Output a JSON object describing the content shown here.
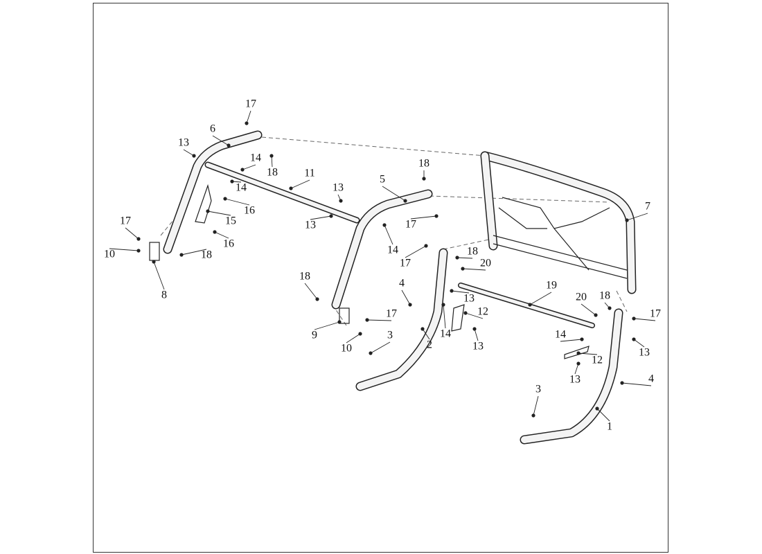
{
  "diagram": {
    "type": "exploded-parts-view",
    "labels": [
      "17",
      "6",
      "13",
      "14",
      "18",
      "11",
      "14",
      "13",
      "16",
      "15",
      "13",
      "16",
      "17",
      "10",
      "18",
      "8",
      "5",
      "18",
      "17",
      "14",
      "17",
      "18",
      "20",
      "7",
      "18",
      "4",
      "13",
      "19",
      "12",
      "9",
      "17",
      "10",
      "3",
      "2",
      "14",
      "13",
      "20",
      "18",
      "17",
      "14",
      "13",
      "12",
      "13",
      "4",
      "3",
      "1"
    ]
  }
}
